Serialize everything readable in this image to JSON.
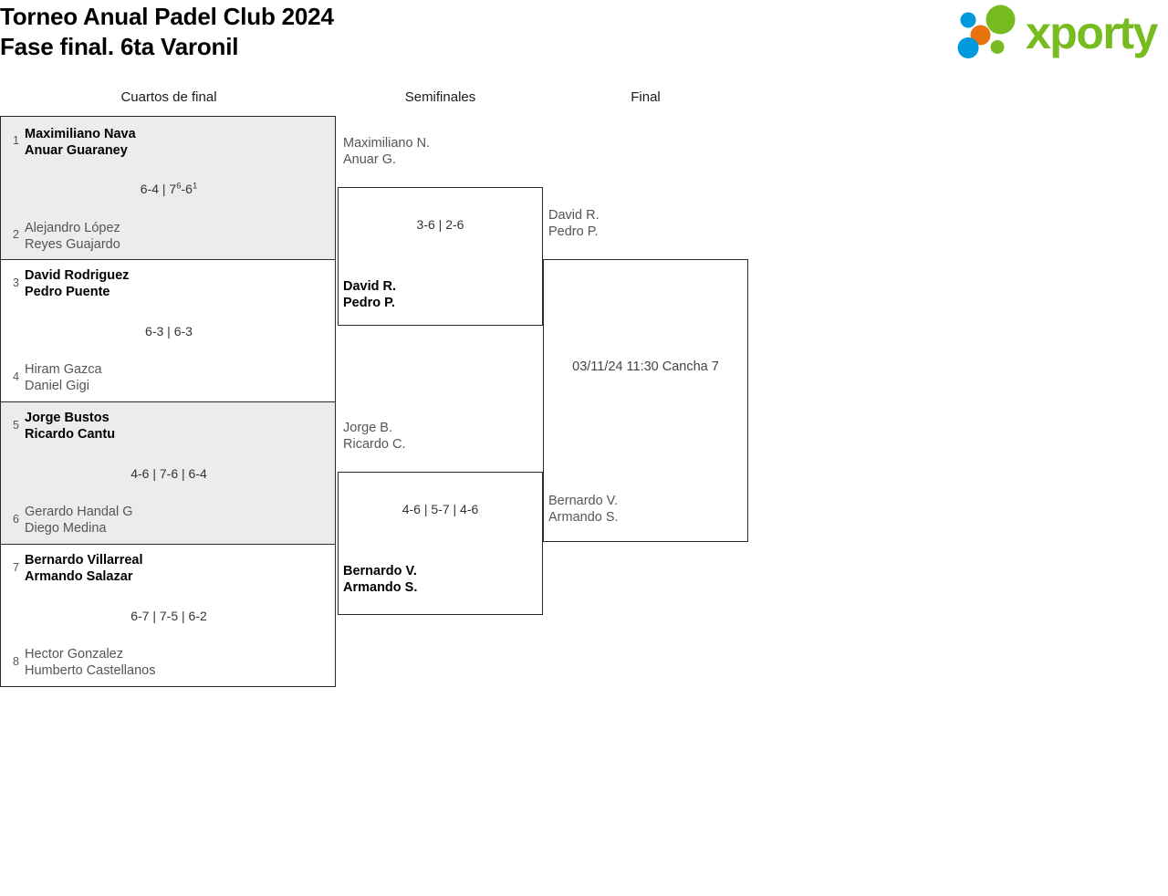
{
  "header": {
    "title_line1": "Torneo Anual Padel Club 2024",
    "title_line2": "Fase final. 6ta Varonil"
  },
  "logo": {
    "wordmark": "xporty",
    "dot_colors": {
      "blue": "#0099dd",
      "orange": "#e8720c",
      "green": "#76bc21"
    }
  },
  "rounds": [
    {
      "label": "Cuartos de final"
    },
    {
      "label": "Semifinales"
    },
    {
      "label": "Final"
    }
  ],
  "quarterfinals": [
    {
      "top": {
        "seed": "1",
        "player1": "Maximiliano Nava",
        "player2": "Anuar Guaraney",
        "result": "winner"
      },
      "bottom": {
        "seed": "2",
        "player1": "Alejandro López",
        "player2": "Reyes Guajardo",
        "result": "loser"
      },
      "score_sets": [
        {
          "text": "6-4"
        },
        {
          "text": "7",
          "sup": "6",
          "text2": "-6",
          "sup2": "1"
        }
      ]
    },
    {
      "top": {
        "seed": "3",
        "player1": "David Rodriguez",
        "player2": "Pedro Puente",
        "result": "winner"
      },
      "bottom": {
        "seed": "4",
        "player1": "Hiram Gazca",
        "player2": "Daniel Gigi",
        "result": "loser"
      },
      "score_sets": [
        {
          "text": "6-3"
        },
        {
          "text": "6-3"
        }
      ]
    },
    {
      "top": {
        "seed": "5",
        "player1": "Jorge Bustos",
        "player2": "Ricardo Cantu",
        "result": "winner"
      },
      "bottom": {
        "seed": "6",
        "player1": "Gerardo Handal G",
        "player2": "Diego Medina",
        "result": "loser"
      },
      "score_sets": [
        {
          "text": "4-6"
        },
        {
          "text": "7-6"
        },
        {
          "text": "6-4"
        }
      ]
    },
    {
      "top": {
        "seed": "7",
        "player1": "Bernardo Villarreal",
        "player2": "Armando Salazar",
        "result": "winner"
      },
      "bottom": {
        "seed": "8",
        "player1": "Hector Gonzalez",
        "player2": "Humberto Castellanos",
        "result": "loser"
      },
      "score_sets": [
        {
          "text": "6-7"
        },
        {
          "text": "7-5"
        },
        {
          "text": "6-2"
        }
      ]
    }
  ],
  "semifinals": [
    {
      "top": {
        "player1": "Maximiliano N.",
        "player2": "Anuar G.",
        "result": "loser"
      },
      "bottom": {
        "player1": "David R.",
        "player2": "Pedro P.",
        "result": "winner"
      },
      "score_sets": [
        {
          "text": "3-6"
        },
        {
          "text": "2-6"
        }
      ]
    },
    {
      "top": {
        "player1": "Jorge B.",
        "player2": "Ricardo C.",
        "result": "loser"
      },
      "bottom": {
        "player1": "Bernardo V.",
        "player2": "Armando S.",
        "result": "winner"
      },
      "score_sets": [
        {
          "text": "4-6"
        },
        {
          "text": "5-7"
        },
        {
          "text": "4-6"
        }
      ]
    }
  ],
  "final": {
    "top": {
      "player1": "David R.",
      "player2": "Pedro P.",
      "result": "pending"
    },
    "bottom": {
      "player1": "Bernardo V.",
      "player2": "Armando S.",
      "result": "pending"
    },
    "schedule": "03/11/24 11:30 Cancha 7"
  }
}
